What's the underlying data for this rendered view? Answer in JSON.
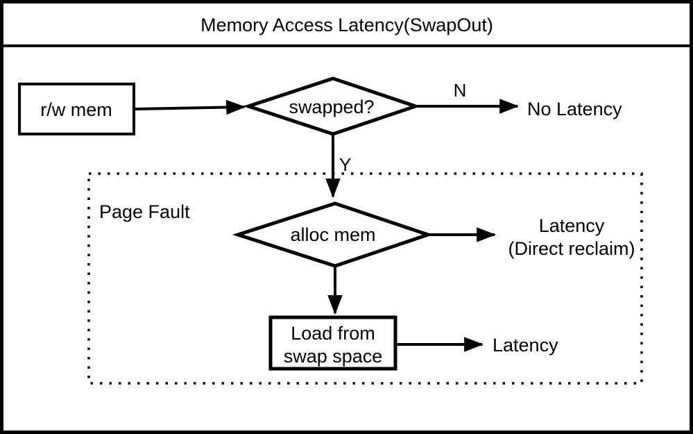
{
  "title": "Memory Access Latency(SwapOut)",
  "colors": {
    "line": "#000000",
    "accent_red": "#ff3b30",
    "background": "#ffffff"
  },
  "nodes": {
    "rw_mem": {
      "type": "process",
      "label": "r/w mem"
    },
    "swapped": {
      "type": "decision",
      "label": "swapped?"
    },
    "no_latency": {
      "type": "result",
      "label": "No Latency"
    },
    "page_fault_region": {
      "type": "dotted-group",
      "label": "Page Fault"
    },
    "alloc_mem": {
      "type": "decision",
      "label": "alloc mem"
    },
    "latency_direct_reclaim": {
      "type": "result-red",
      "line1": "Latency",
      "line2": "(Direct reclaim)"
    },
    "load_from_swap": {
      "type": "process",
      "line1": "Load from",
      "line2": "swap space"
    },
    "latency_swap": {
      "type": "result-red",
      "label": "Latency"
    }
  },
  "edges": {
    "swapped_no": {
      "label": "N"
    },
    "swapped_yes": {
      "label": "Y"
    }
  }
}
